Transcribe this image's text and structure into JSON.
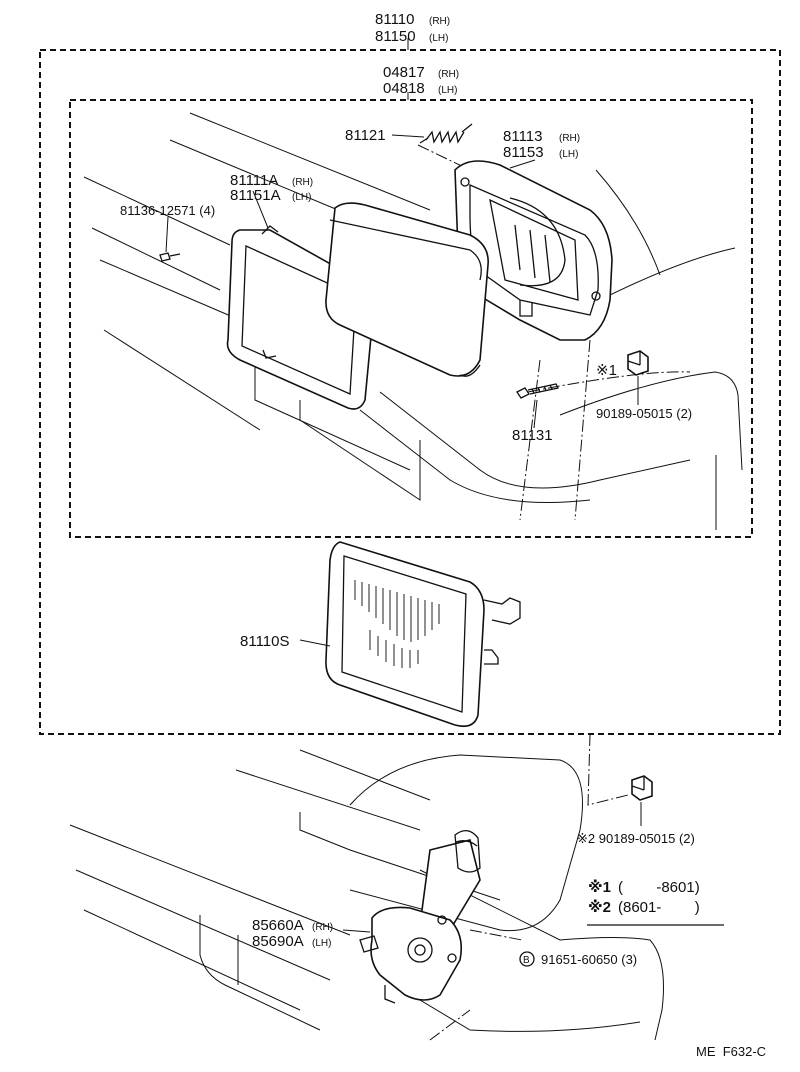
{
  "diagram_code": "ME  F632-C",
  "assembly": {
    "rh": "81110",
    "rh_side": "(RH)",
    "lh": "81150",
    "lh_side": "(LH)"
  },
  "sub_assembly": {
    "rh": "04817",
    "rh_side": "(RH)",
    "lh": "04818",
    "lh_side": "(LH)"
  },
  "parts": {
    "spring": "81121",
    "housing_rh": "81113",
    "housing_rh_side": "(RH)",
    "housing_lh": "81153",
    "housing_lh_side": "(LH)",
    "retainer_rh": "81111A",
    "retainer_rh_side": "(RH)",
    "retainer_lh": "81151A",
    "retainer_lh_side": "(LH)",
    "screw": "81136-12571 (4)",
    "clip_note": "※1",
    "clip": "90189-05015 (2)",
    "adjust_screw": "81131",
    "sealed_beam": "81110S",
    "clip2": "※2 90189-05015 (2)",
    "motor_rh": "85660A",
    "motor_rh_side": "(RH)",
    "motor_lh": "85690A",
    "motor_lh_side": "(LH)",
    "bolt_marker": "B",
    "bolt": "91651-60650 (3)"
  },
  "notes": {
    "note1_mark": "※1",
    "note1_range": "(        -8601)",
    "note2_mark": "※2",
    "note2_range": "(8601-        )"
  }
}
